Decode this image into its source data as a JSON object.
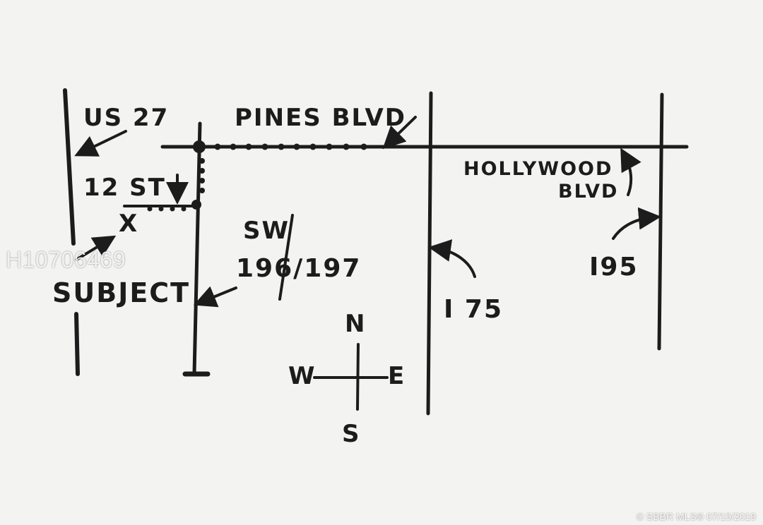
{
  "roads": {
    "us27": "US 27",
    "pines": "PINES BLVD",
    "twelve_st": "12 ST",
    "sw_line1": "SW",
    "sw_line2": "196/197",
    "i75": "I 75",
    "hollywood_line1": "HOLLYWOOD",
    "hollywood_line2": "BLVD",
    "i95": "I95"
  },
  "subject": {
    "marker": "X",
    "label": "SUBJECT"
  },
  "compass": {
    "north": "N",
    "south": "S",
    "east": "E",
    "west": "W"
  },
  "watermark": "H10706469",
  "copyright": "© SBBR MLS® 07/15/2019",
  "ink_color": "#1c1c1c"
}
